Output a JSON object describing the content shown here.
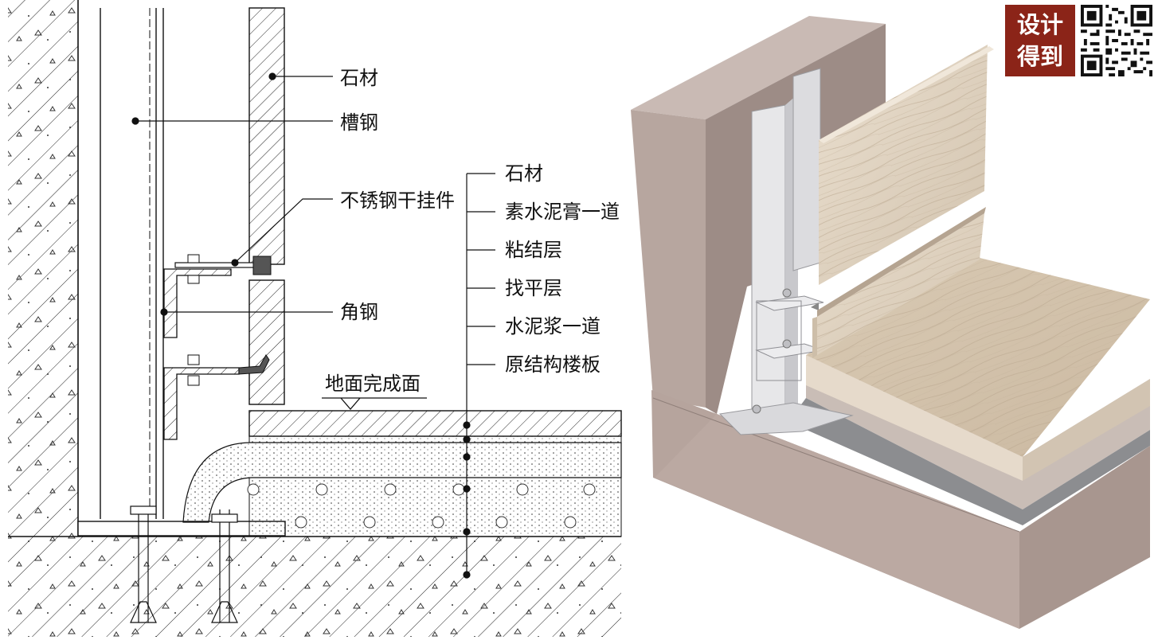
{
  "section_labels": {
    "stone": "石材",
    "channel_steel": "槽钢",
    "ss_bracket": "不锈钢干挂件",
    "angle_steel": "角钢",
    "floor_finish": "地面完成面"
  },
  "floor_layers": [
    "石材",
    "素水泥膏一道",
    "粘结层",
    "找平层",
    "水泥浆一道",
    "原结构楼板"
  ],
  "logo": {
    "line1": "设计",
    "line2": "得到",
    "bg_color": "#8b2418"
  },
  "colors": {
    "line": "#1a1a1a",
    "concrete": "#ffffff",
    "render_wall": "#b5a59e",
    "stone_render": "#ddd0c0",
    "steel": "#e3e3e5"
  }
}
